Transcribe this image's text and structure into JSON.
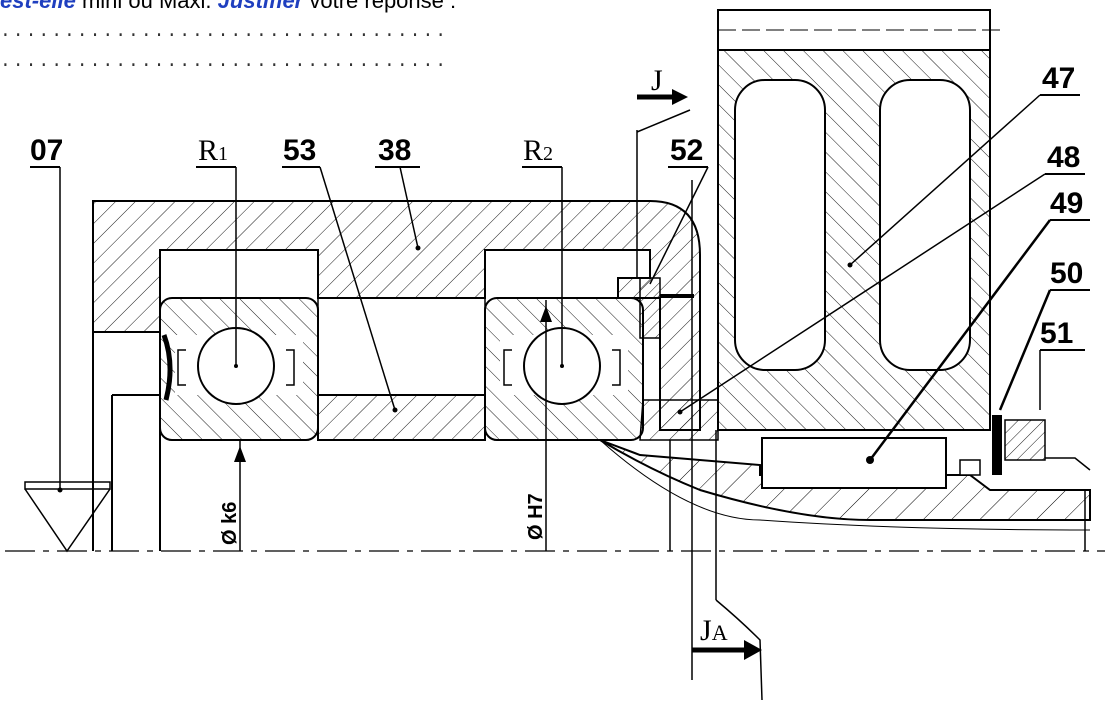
{
  "question": {
    "part1": "est-elle",
    "part2": " mini ou Maxi. ",
    "part3": "Justifier",
    "part4": " votre réponse :",
    "dots1": "...................................",
    "dots2": "..................................."
  },
  "labels": {
    "p07": "07",
    "r1": "R",
    "r1_sub": "1",
    "p53": "53",
    "p38": "38",
    "r2": "R",
    "r2_sub": "2",
    "p52": "52",
    "p47": "47",
    "p48": "48",
    "p49": "49",
    "p50": "50",
    "p51": "51",
    "j": "J",
    "ja": "J",
    "ja_sub": "A",
    "fit_k6": "Ø k6",
    "fit_h7": "Ø H7"
  }
}
